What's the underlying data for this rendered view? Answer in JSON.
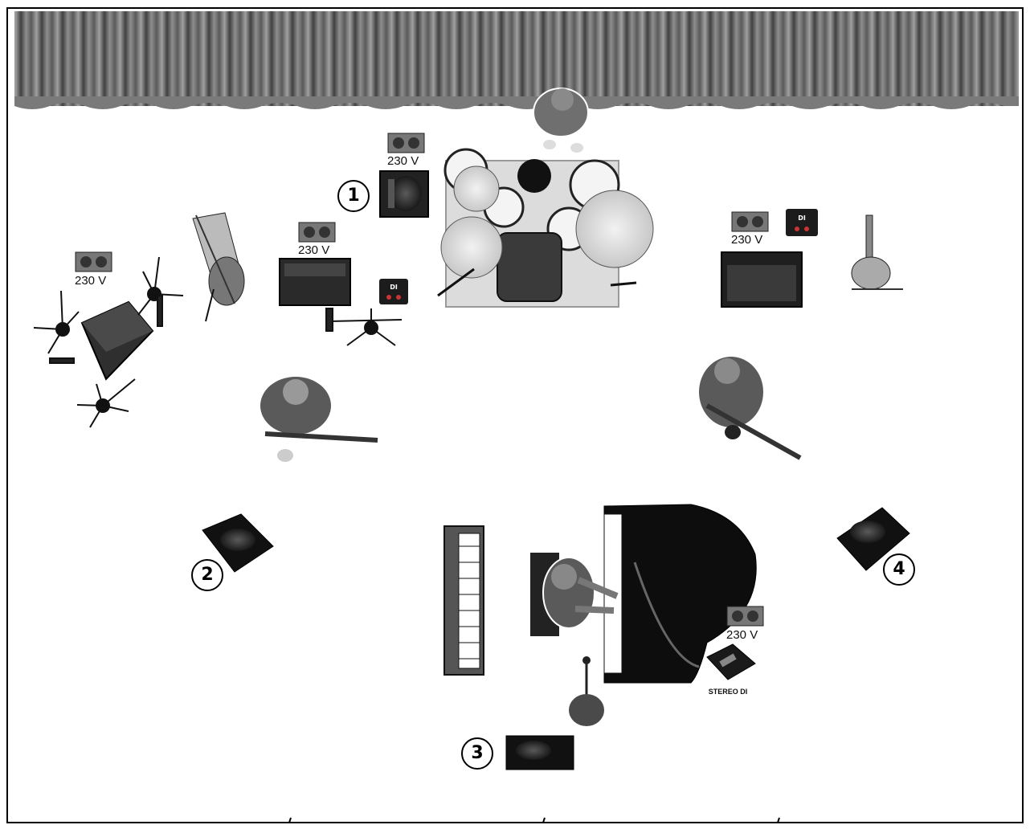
{
  "power_outlets": [
    {
      "id": "outlet-1",
      "label": "230 V"
    },
    {
      "id": "outlet-2",
      "label": "230 V"
    },
    {
      "id": "outlet-3",
      "label": "230 V"
    },
    {
      "id": "outlet-4",
      "label": "230 V"
    },
    {
      "id": "outlet-5",
      "label": "230 V"
    }
  ],
  "monitors": [
    {
      "id": "monitor-1",
      "number": "1"
    },
    {
      "id": "monitor-2",
      "number": "2"
    },
    {
      "id": "monitor-3",
      "number": "3"
    },
    {
      "id": "monitor-4",
      "number": "4"
    }
  ],
  "di_boxes": [
    {
      "id": "di-left",
      "label": "DI"
    },
    {
      "id": "di-right",
      "label": "DI"
    },
    {
      "id": "di-stereo",
      "label": "STEREO DI"
    }
  ],
  "colors": {
    "background": "#ffffff",
    "curtain_dark": "#3c3c3c",
    "curtain_light": "#9a9a9a",
    "equipment": "#1a1a1a",
    "outline": "#000000"
  }
}
